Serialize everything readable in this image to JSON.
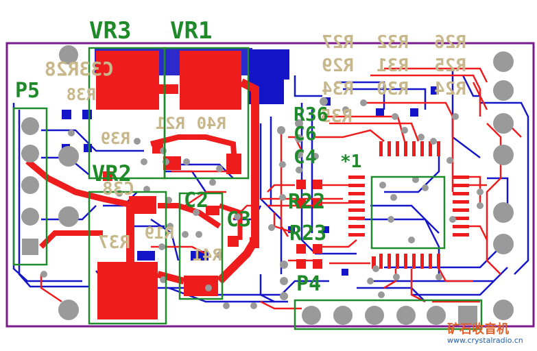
{
  "colors": {
    "board_outline": "#7a1a8c",
    "top_copper": "#ee1c1c",
    "bottom_copper": "#1414c8",
    "pad_gray": "#9a9a9a",
    "silk_top": "#1f8a2a",
    "silk_bottom": "#c8b78a"
  },
  "labels_top": {
    "vr3": "VR3",
    "vr1": "VR1",
    "vr2": "VR2",
    "p5": "P5",
    "r36": "R36",
    "c6": "C6",
    "c4": "C4",
    "ic_pin1": "*1",
    "c2": "C2",
    "c3": "C3",
    "r22": "R22",
    "r23": "R23",
    "p4": "P4"
  },
  "labels_bottom": {
    "c33_r28": "C33R28",
    "r38": "R38",
    "r27": "R27",
    "r32": "R32",
    "r26": "R26",
    "r29": "R29",
    "r31": "R31",
    "r25": "R25",
    "r34": "R34",
    "r30": "R30",
    "r24": "R24",
    "r35": "R35",
    "r40": "R40",
    "r21": "R21",
    "r39": "R39",
    "c38": "C38",
    "r37": "R37",
    "r19": "R19",
    "r41": "R41"
  },
  "watermark": {
    "site_name": "矿石收音机",
    "url": "www.crystalradio.cn"
  }
}
